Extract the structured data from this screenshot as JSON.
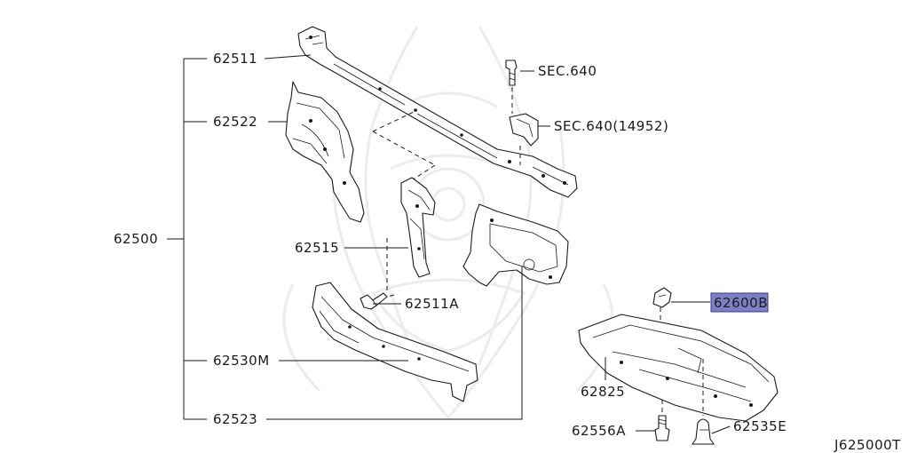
{
  "diagram_id": "J625000T",
  "highlight_color": "#7f7fc8",
  "labels": {
    "p62500": "62500",
    "p62511": "62511",
    "p62522": "62522",
    "p62515": "62515",
    "p62511a": "62511A",
    "p62530m": "62530M",
    "p62523": "62523",
    "sec640": "SEC.640",
    "sec640b": "SEC.640(14952)",
    "p62600b": "62600B",
    "p62825": "62825",
    "p62556a": "62556A",
    "p62535e": "62535E"
  }
}
